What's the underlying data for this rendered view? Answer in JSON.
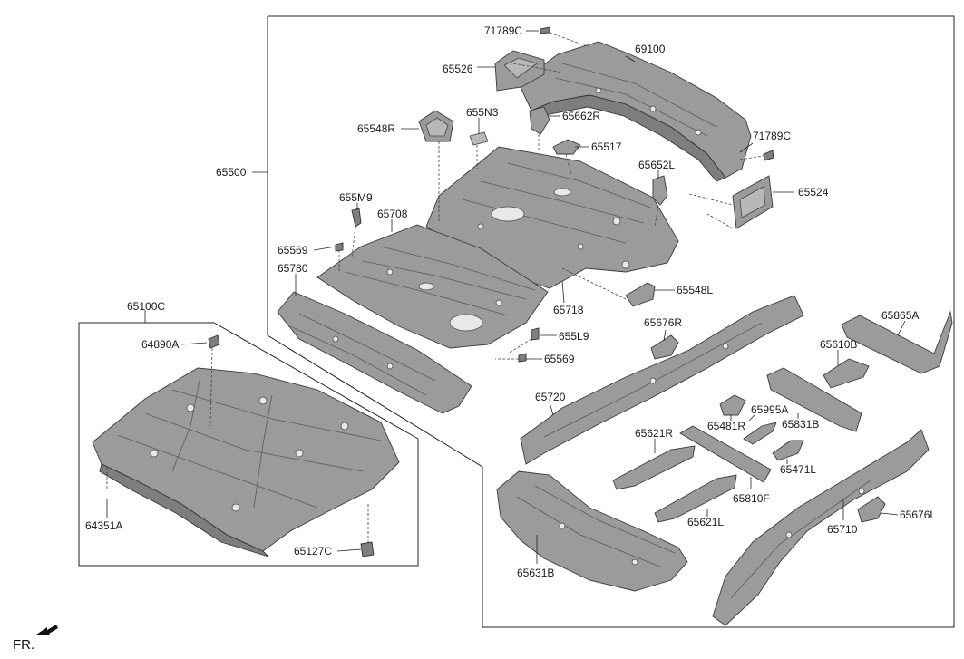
{
  "labels": {
    "l71789C_top": "71789C",
    "l69100": "69100",
    "l65526": "65526",
    "l655N3": "655N3",
    "l65662R": "65662R",
    "l65548R": "65548R",
    "l65517": "65517",
    "l71789C_right": "71789C",
    "l65500": "65500",
    "l65652L": "65652L",
    "l65524": "65524",
    "l655M9": "655M9",
    "l65708": "65708",
    "l65569_top": "65569",
    "l65780": "65780",
    "l65548L": "65548L",
    "l65718": "65718",
    "l65100C": "65100C",
    "l65676R": "65676R",
    "l65865A": "65865A",
    "l64890A": "64890A",
    "l655L9": "655L9",
    "l65610B": "65610B",
    "l65569_bottom": "65569",
    "l65720": "65720",
    "l65995A": "65995A",
    "l65481R": "65481R",
    "l65831B": "65831B",
    "l65621R": "65621R",
    "l65471L": "65471L",
    "l65810F": "65810F",
    "l65621L": "65621L",
    "l65710": "65710",
    "l65676L": "65676L",
    "l64351A": "64351A",
    "l65127C": "65127C",
    "l65631B": "65631B"
  },
  "direction_marker": "FR.",
  "colors": {
    "part_fill": "#9b9b9b",
    "part_dark": "#7e7e7e",
    "outline": "#333333"
  }
}
